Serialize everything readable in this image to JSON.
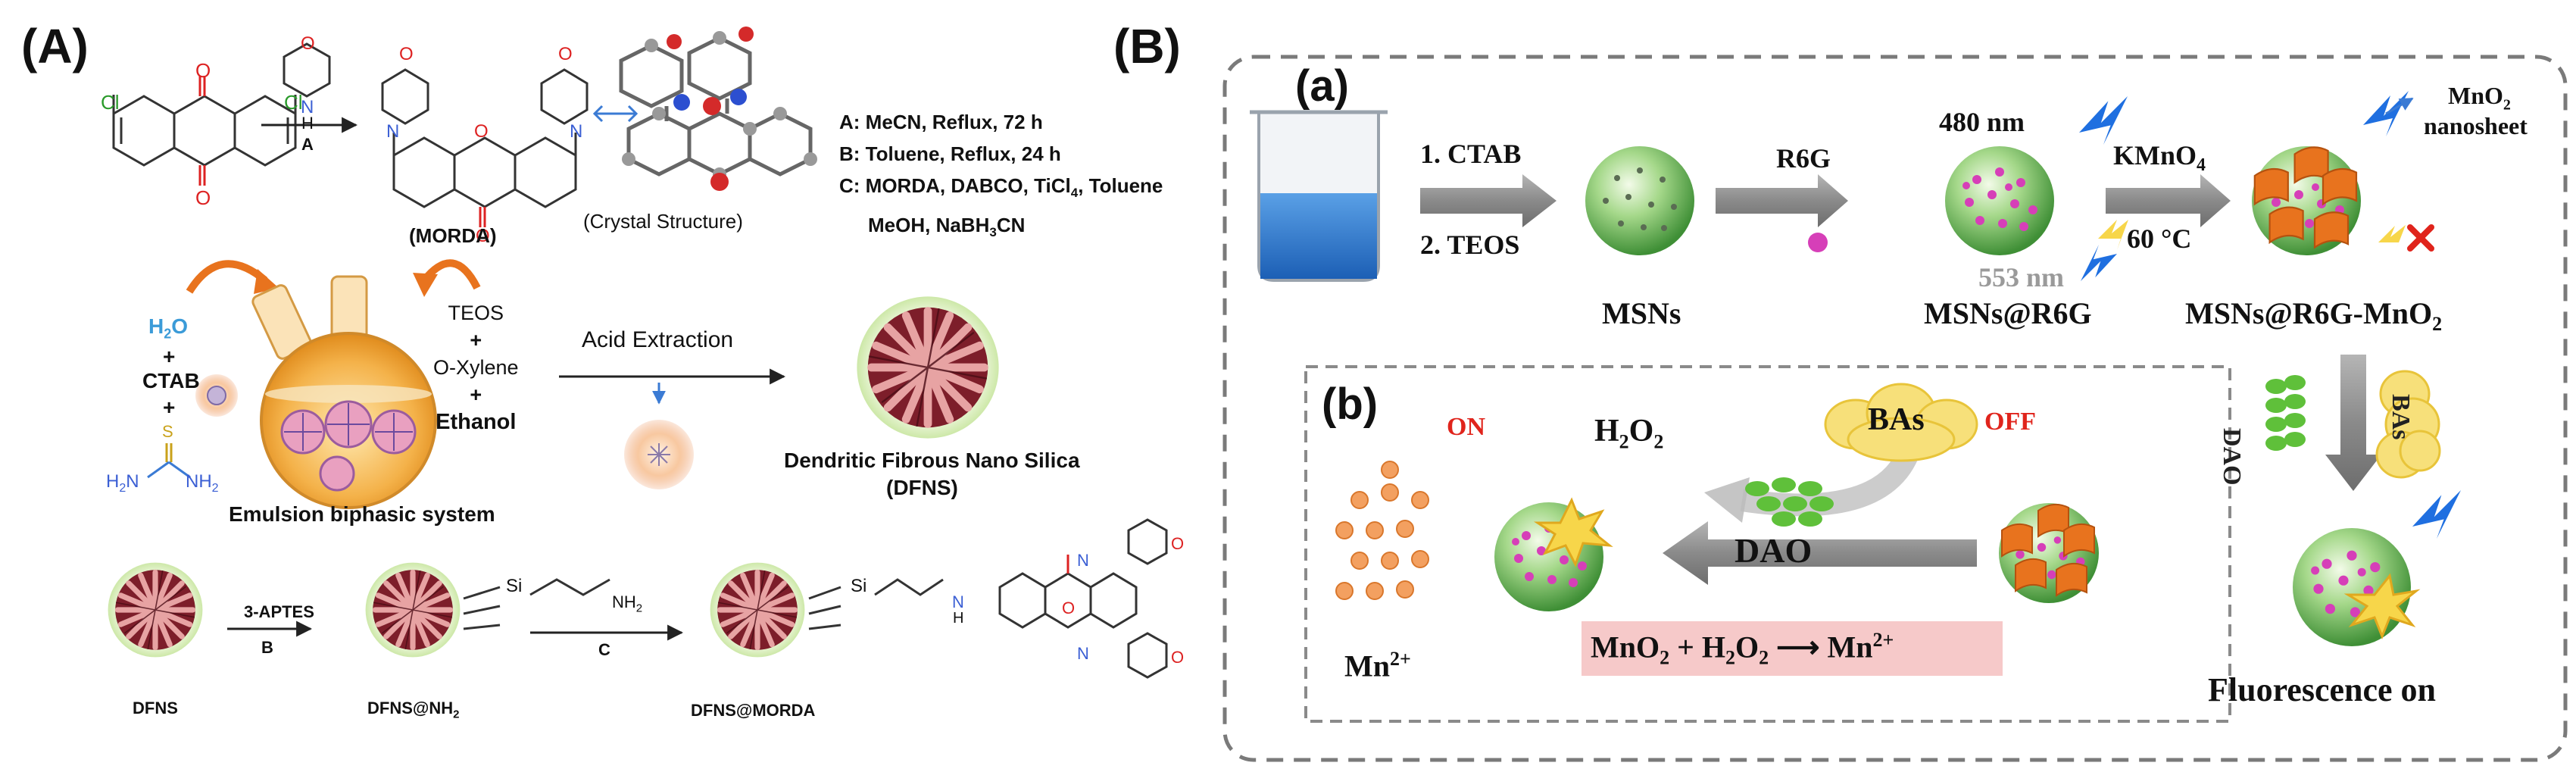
{
  "panelA": {
    "label": "(A)",
    "step_A": "A",
    "step_B": "B",
    "step_C": "C",
    "morda": "(MORDA)",
    "crystal": "(Crystal Structure)",
    "conditions": [
      "A: MeCN, Reflux, 72 h",
      "B: Toluene, Reflux, 24 h",
      "C: MORDA, DABCO, TiCl",
      "MeOH, NaBH"
    ],
    "cond_c_sub": "4",
    "cond_c_rest": ", Toluene",
    "cond_d_sub": "3",
    "cond_d_rest": "CN",
    "atoms": {
      "cl": "Cl",
      "o": "O",
      "n": "N",
      "h": "H",
      "s": "S",
      "si": "Si",
      "nh2": "NH",
      "h2n": "H",
      "sub2": "2"
    },
    "reagents_left": [
      "H",
      "CTAB",
      "+",
      "+"
    ],
    "water_o": "O",
    "reagents_right": [
      "TEOS",
      "+",
      "O-Xylene",
      "+",
      "Ethanol"
    ],
    "acid_extraction": "Acid Extraction",
    "emulsion": "Emulsion biphasic system",
    "dfns_title_1": "Dendritic Fibrous Nano Silica",
    "dfns_title_2": "(DFNS)",
    "aptes": "3-APTES",
    "dfns": "DFNS",
    "dfns_nh2": "DFNS@NH",
    "dfns_morda": "DFNS@MORDA"
  },
  "panelB": {
    "label": "(B)",
    "sub_a": "(a)",
    "sub_b": "(b)",
    "step1": "1. CTAB",
    "step2": "2. TEOS",
    "msns": "MSNs",
    "r6g": "R6G",
    "msns_r6g": "MSNs@R6G",
    "nm480": "480 nm",
    "nm553": "553 nm",
    "kmno4": "KMnO",
    "kmno4_sub": "4",
    "temp": "60 °C",
    "mno2": "MnO",
    "mno2_sub": "2",
    "nanosheet": "nanosheet",
    "msns_r6g_mno2": "MSNs@R6G-MnO",
    "dao": "DAO",
    "bas": "BAs",
    "on": "ON",
    "off": "OFF",
    "h2o2": "H",
    "mn2": "Mn",
    "mn2_sup": "2+",
    "reaction": [
      "MnO",
      "2",
      " + H",
      "2",
      "O",
      "2",
      " ⟶ Mn",
      "2+"
    ],
    "fluorescence_on": "Fluorescence on"
  },
  "colors": {
    "red_on": "#e0241c",
    "arrow_grey": "#8c8c8c",
    "dashed": "#7a7a7a",
    "sphere_green": "#6fbe5a",
    "pink_dot": "#d63fb8",
    "orange": "#e87722",
    "blue_lightning": "#1f6fe0",
    "yellow": "#f7d64a",
    "reaction_box": "#f6c9c9"
  }
}
